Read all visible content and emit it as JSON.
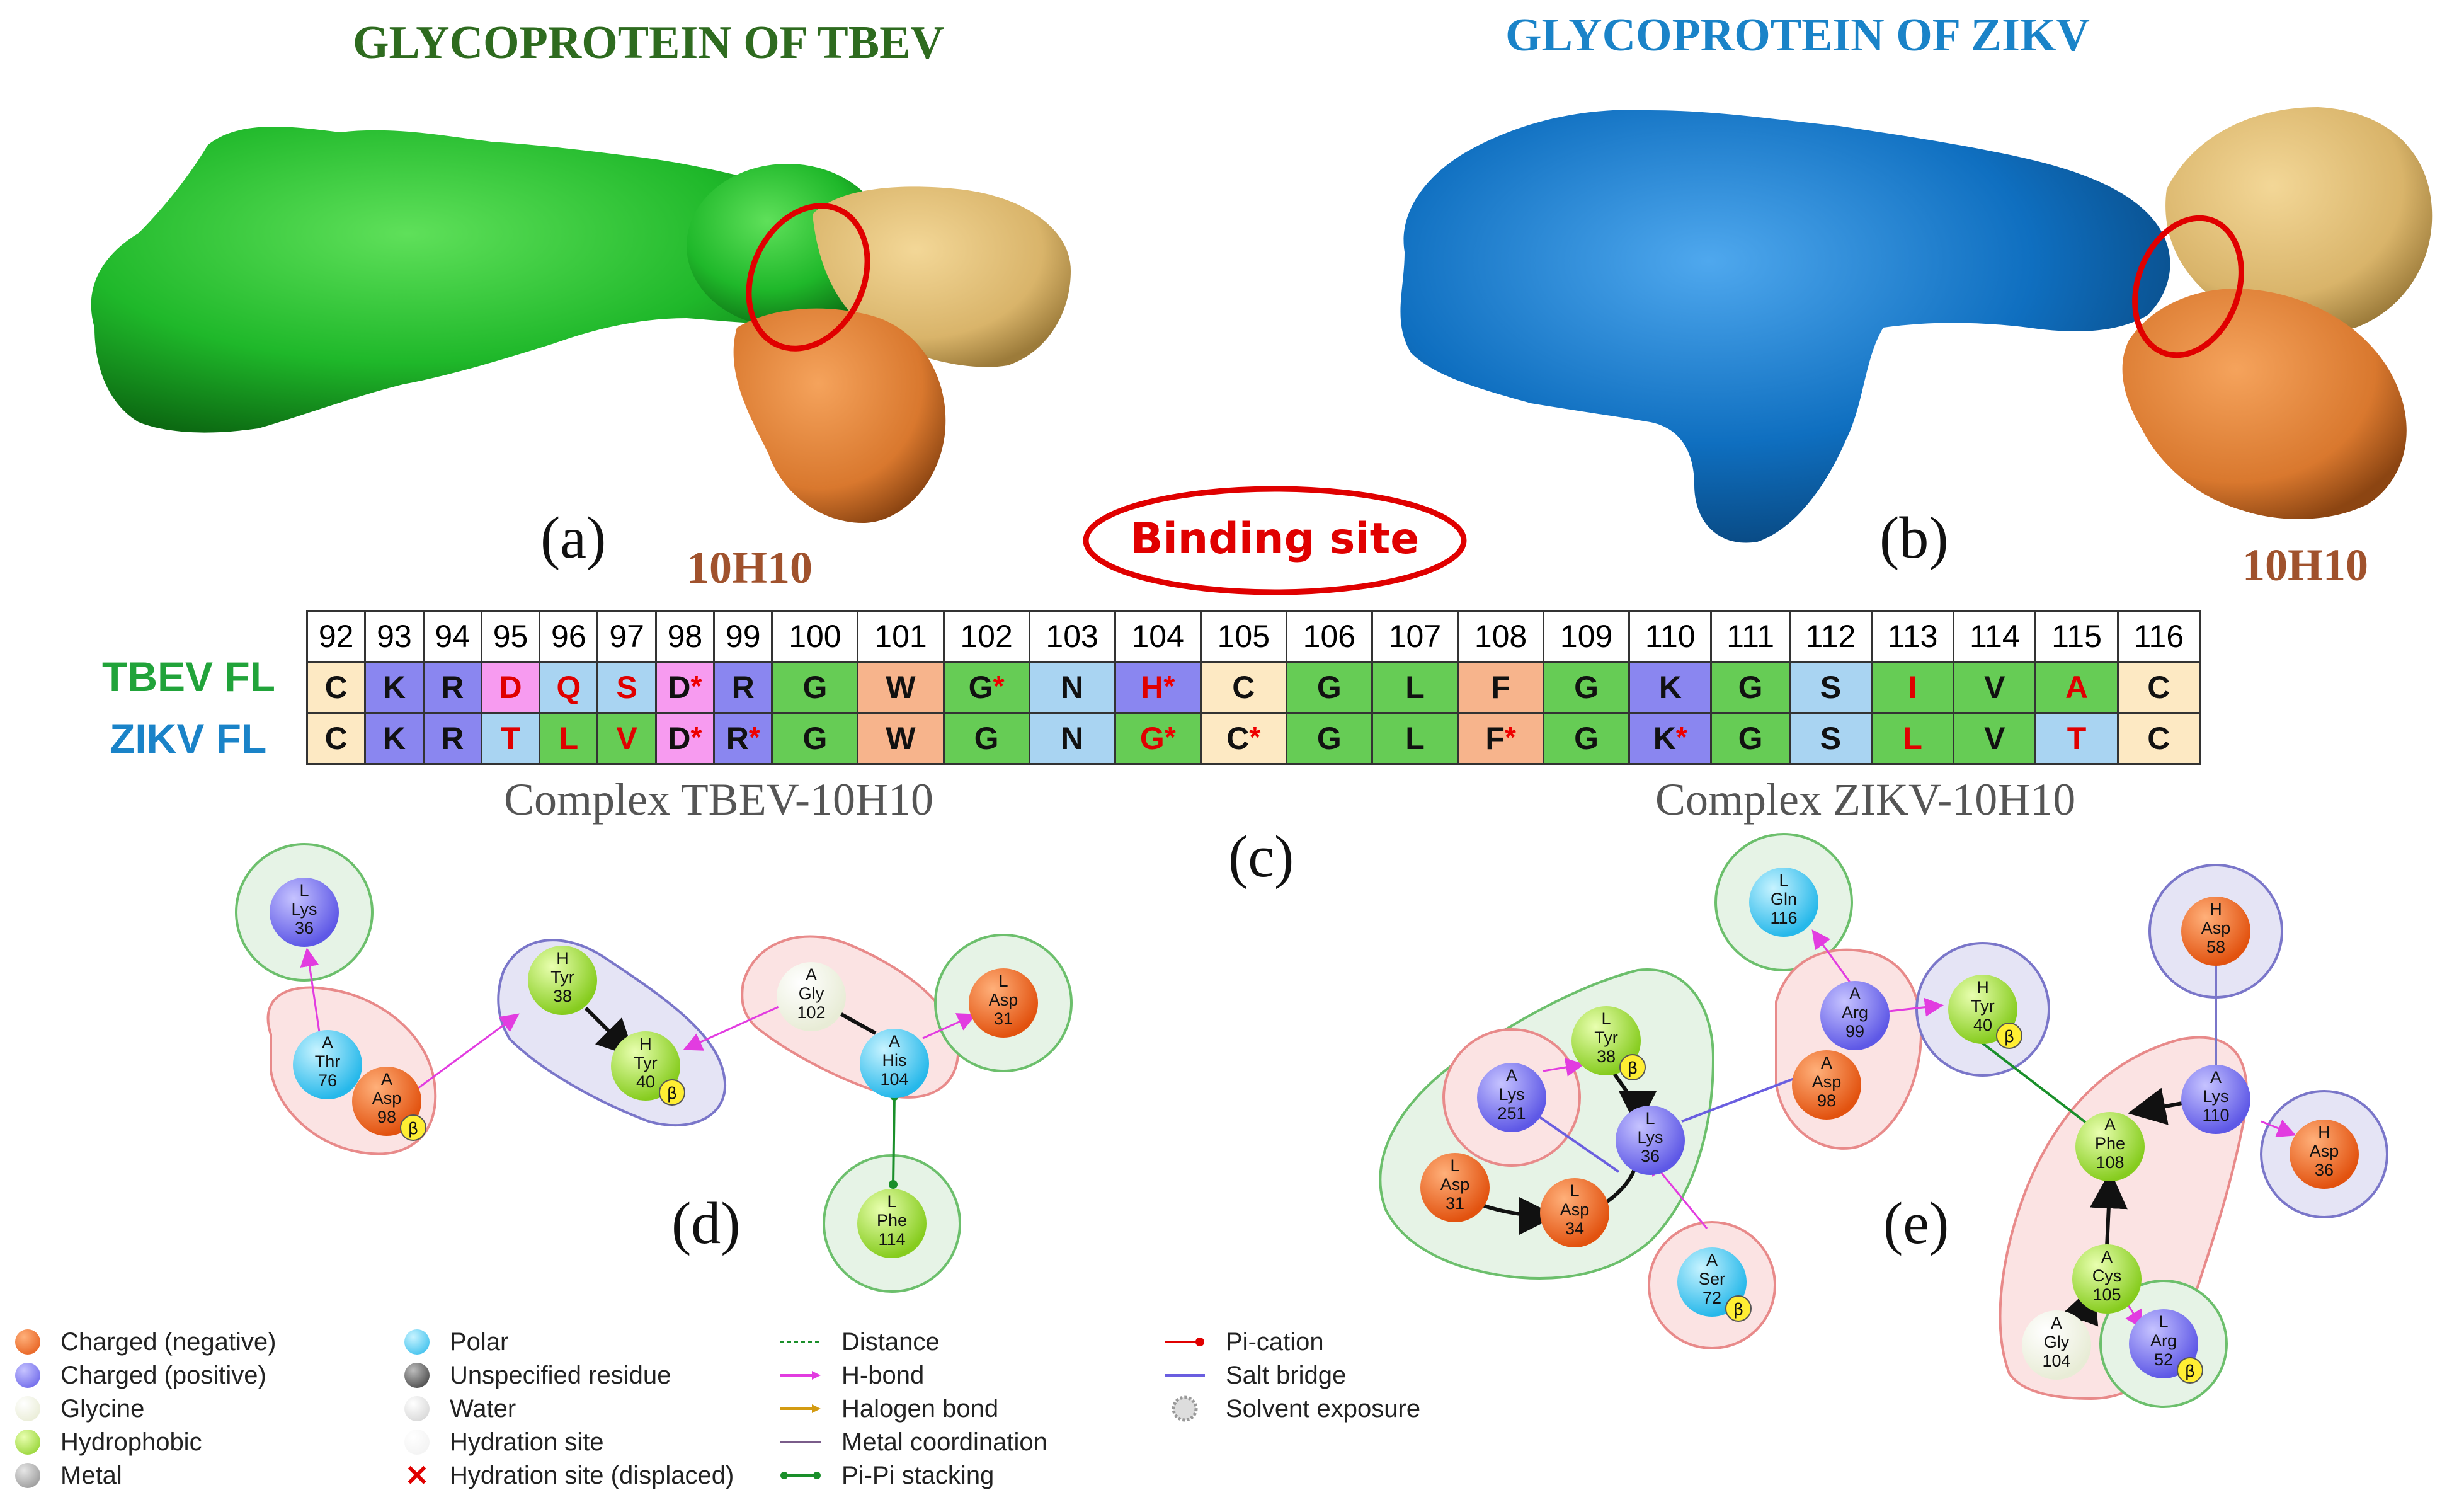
{
  "titles": {
    "tbev": "GLYCOPROTEIN OF TBEV",
    "zikv": "GLYCOPROTEIN OF ZIKV"
  },
  "panel_labels": {
    "a": "(a)",
    "b": "(b)",
    "c": "(c)",
    "d": "(d)",
    "e": "(e)"
  },
  "antibody_labels": {
    "left": "10H10",
    "right": "10H10"
  },
  "binding_site": "Binding site",
  "complex_labels": {
    "tbev": "Complex TBEV-10H10",
    "zikv": "Complex ZIKV-10H10"
  },
  "alignment": {
    "positions": [
      "92",
      "93",
      "94",
      "95",
      "96",
      "97",
      "98",
      "99",
      "100",
      "101",
      "102",
      "103",
      "104",
      "105",
      "106",
      "107",
      "108",
      "109",
      "110",
      "111",
      "112",
      "113",
      "114",
      "115",
      "116"
    ],
    "rows": [
      {
        "label": "TBEV FL",
        "label_color": "#21a33a",
        "cells": [
          {
            "aa": "C",
            "bg": "#fde9c3",
            "fg": "#111",
            "star": false
          },
          {
            "aa": "K",
            "bg": "#8a86f0",
            "fg": "#111",
            "star": false
          },
          {
            "aa": "R",
            "bg": "#8a86f0",
            "fg": "#111",
            "star": false
          },
          {
            "aa": "D",
            "bg": "#f79bf0",
            "fg": "#e00000",
            "star": false
          },
          {
            "aa": "Q",
            "bg": "#a9d4f2",
            "fg": "#e00000",
            "star": false
          },
          {
            "aa": "S",
            "bg": "#a9d4f2",
            "fg": "#e00000",
            "star": false
          },
          {
            "aa": "D",
            "bg": "#f79bf0",
            "fg": "#111",
            "star": true
          },
          {
            "aa": "R",
            "bg": "#8a86f0",
            "fg": "#111",
            "star": false
          },
          {
            "aa": "G",
            "bg": "#66cc55",
            "fg": "#111",
            "star": false
          },
          {
            "aa": "W",
            "bg": "#f7b48c",
            "fg": "#111",
            "star": false
          },
          {
            "aa": "G",
            "bg": "#66cc55",
            "fg": "#111",
            "star": true
          },
          {
            "aa": "N",
            "bg": "#a9d4f2",
            "fg": "#111",
            "star": false
          },
          {
            "aa": "H",
            "bg": "#8a86f0",
            "fg": "#e00000",
            "star": true
          },
          {
            "aa": "C",
            "bg": "#fde9c3",
            "fg": "#111",
            "star": false
          },
          {
            "aa": "G",
            "bg": "#66cc55",
            "fg": "#111",
            "star": false
          },
          {
            "aa": "L",
            "bg": "#66cc55",
            "fg": "#111",
            "star": false
          },
          {
            "aa": "F",
            "bg": "#f7b48c",
            "fg": "#111",
            "star": false
          },
          {
            "aa": "G",
            "bg": "#66cc55",
            "fg": "#111",
            "star": false
          },
          {
            "aa": "K",
            "bg": "#8a86f0",
            "fg": "#111",
            "star": false
          },
          {
            "aa": "G",
            "bg": "#66cc55",
            "fg": "#111",
            "star": false
          },
          {
            "aa": "S",
            "bg": "#a9d4f2",
            "fg": "#111",
            "star": false
          },
          {
            "aa": "I",
            "bg": "#66cc55",
            "fg": "#e00000",
            "star": false
          },
          {
            "aa": "V",
            "bg": "#66cc55",
            "fg": "#111",
            "star": false
          },
          {
            "aa": "A",
            "bg": "#66cc55",
            "fg": "#e00000",
            "star": false
          },
          {
            "aa": "C",
            "bg": "#fde9c3",
            "fg": "#111",
            "star": false
          }
        ]
      },
      {
        "label": "ZIKV FL",
        "label_color": "#1a83c8",
        "cells": [
          {
            "aa": "C",
            "bg": "#fde9c3",
            "fg": "#111",
            "star": false
          },
          {
            "aa": "K",
            "bg": "#8a86f0",
            "fg": "#111",
            "star": false
          },
          {
            "aa": "R",
            "bg": "#8a86f0",
            "fg": "#111",
            "star": false
          },
          {
            "aa": "T",
            "bg": "#a9d4f2",
            "fg": "#e00000",
            "star": false
          },
          {
            "aa": "L",
            "bg": "#66cc55",
            "fg": "#e00000",
            "star": false
          },
          {
            "aa": "V",
            "bg": "#66cc55",
            "fg": "#e00000",
            "star": false
          },
          {
            "aa": "D",
            "bg": "#f79bf0",
            "fg": "#111",
            "star": true
          },
          {
            "aa": "R",
            "bg": "#8a86f0",
            "fg": "#111",
            "star": true
          },
          {
            "aa": "G",
            "bg": "#66cc55",
            "fg": "#111",
            "star": false
          },
          {
            "aa": "W",
            "bg": "#f7b48c",
            "fg": "#111",
            "star": false
          },
          {
            "aa": "G",
            "bg": "#66cc55",
            "fg": "#111",
            "star": false
          },
          {
            "aa": "N",
            "bg": "#a9d4f2",
            "fg": "#111",
            "star": false
          },
          {
            "aa": "G",
            "bg": "#66cc55",
            "fg": "#e00000",
            "star": true
          },
          {
            "aa": "C",
            "bg": "#fde9c3",
            "fg": "#111",
            "star": true
          },
          {
            "aa": "G",
            "bg": "#66cc55",
            "fg": "#111",
            "star": false
          },
          {
            "aa": "L",
            "bg": "#66cc55",
            "fg": "#111",
            "star": false
          },
          {
            "aa": "F",
            "bg": "#f7b48c",
            "fg": "#111",
            "star": true
          },
          {
            "aa": "G",
            "bg": "#66cc55",
            "fg": "#111",
            "star": false
          },
          {
            "aa": "K",
            "bg": "#8a86f0",
            "fg": "#111",
            "star": true
          },
          {
            "aa": "G",
            "bg": "#66cc55",
            "fg": "#111",
            "star": false
          },
          {
            "aa": "S",
            "bg": "#a9d4f2",
            "fg": "#111",
            "star": false
          },
          {
            "aa": "L",
            "bg": "#66cc55",
            "fg": "#e00000",
            "star": false
          },
          {
            "aa": "V",
            "bg": "#66cc55",
            "fg": "#111",
            "star": false
          },
          {
            "aa": "T",
            "bg": "#a9d4f2",
            "fg": "#e00000",
            "star": false
          },
          {
            "aa": "C",
            "bg": "#fde9c3",
            "fg": "#111",
            "star": false
          }
        ]
      }
    ]
  },
  "residues_d": [
    {
      "chain": "L",
      "name": "Lys",
      "num": "36",
      "type": "positive",
      "beta": false
    },
    {
      "chain": "A",
      "name": "Thr",
      "num": "76",
      "type": "polar",
      "beta": false
    },
    {
      "chain": "A",
      "name": "Asp",
      "num": "98",
      "type": "negative",
      "beta": true
    },
    {
      "chain": "H",
      "name": "Tyr",
      "num": "38",
      "type": "hydrophobic",
      "beta": false
    },
    {
      "chain": "H",
      "name": "Tyr",
      "num": "40",
      "type": "hydrophobic",
      "beta": true
    },
    {
      "chain": "A",
      "name": "Gly",
      "num": "102",
      "type": "glycine",
      "beta": false
    },
    {
      "chain": "A",
      "name": "His",
      "num": "104",
      "type": "polar",
      "beta": false
    },
    {
      "chain": "L",
      "name": "Asp",
      "num": "31",
      "type": "negative",
      "beta": false
    },
    {
      "chain": "L",
      "name": "Phe",
      "num": "114",
      "type": "hydrophobic",
      "beta": false
    }
  ],
  "residues_e": [
    {
      "chain": "L",
      "name": "Gln",
      "num": "116",
      "type": "polar",
      "beta": false
    },
    {
      "chain": "A",
      "name": "Arg",
      "num": "99",
      "type": "positive",
      "beta": false
    },
    {
      "chain": "A",
      "name": "Asp",
      "num": "98",
      "type": "negative",
      "beta": false
    },
    {
      "chain": "H",
      "name": "Tyr",
      "num": "40",
      "type": "hydrophobic",
      "beta": true
    },
    {
      "chain": "L",
      "name": "Tyr",
      "num": "38",
      "type": "hydrophobic",
      "beta": true
    },
    {
      "chain": "A",
      "name": "Lys",
      "num": "251",
      "type": "positive",
      "beta": false
    },
    {
      "chain": "L",
      "name": "Lys",
      "num": "36",
      "type": "positive",
      "beta": false
    },
    {
      "chain": "L",
      "name": "Asp",
      "num": "31",
      "type": "negative",
      "beta": false
    },
    {
      "chain": "L",
      "name": "Asp",
      "num": "34",
      "type": "negative",
      "beta": false
    },
    {
      "chain": "A",
      "name": "Ser",
      "num": "72",
      "type": "polar",
      "beta": true
    },
    {
      "chain": "H",
      "name": "Asp",
      "num": "58",
      "type": "negative",
      "beta": false
    },
    {
      "chain": "A",
      "name": "Lys",
      "num": "110",
      "type": "positive",
      "beta": false
    },
    {
      "chain": "H",
      "name": "Asp",
      "num": "36",
      "type": "negative",
      "beta": false
    },
    {
      "chain": "A",
      "name": "Phe",
      "num": "108",
      "type": "hydrophobic",
      "beta": false
    },
    {
      "chain": "A",
      "name": "Cys",
      "num": "105",
      "type": "hydrophobic",
      "beta": false
    },
    {
      "chain": "A",
      "name": "Gly",
      "num": "104",
      "type": "glycine",
      "beta": false
    },
    {
      "chain": "L",
      "name": "Arg",
      "num": "52",
      "type": "positive",
      "beta": true
    }
  ],
  "legend": {
    "col1": [
      "Charged (negative)",
      "Charged (positive)",
      "Glycine",
      "Hydrophobic",
      "Metal"
    ],
    "col2": [
      "Polar",
      "Unspecified residue",
      "Water",
      "Hydration site",
      "Hydration site (displaced)"
    ],
    "col3": [
      "Distance",
      "H-bond",
      "Halogen bond",
      "Metal coordination",
      "Pi-Pi stacking"
    ],
    "col4": [
      "Pi-cation",
      "Salt bridge",
      "Solvent exposure"
    ]
  },
  "colors": {
    "tbev_title": "#2e6b1f",
    "zikv_title": "#1a83c8",
    "tbev_protein": "#1fb82a",
    "zikv_protein": "#0f6fc0",
    "antibody_heavy": "#d9b46a",
    "antibody_light": "#d9782e",
    "binding_circle": "#e00000"
  }
}
